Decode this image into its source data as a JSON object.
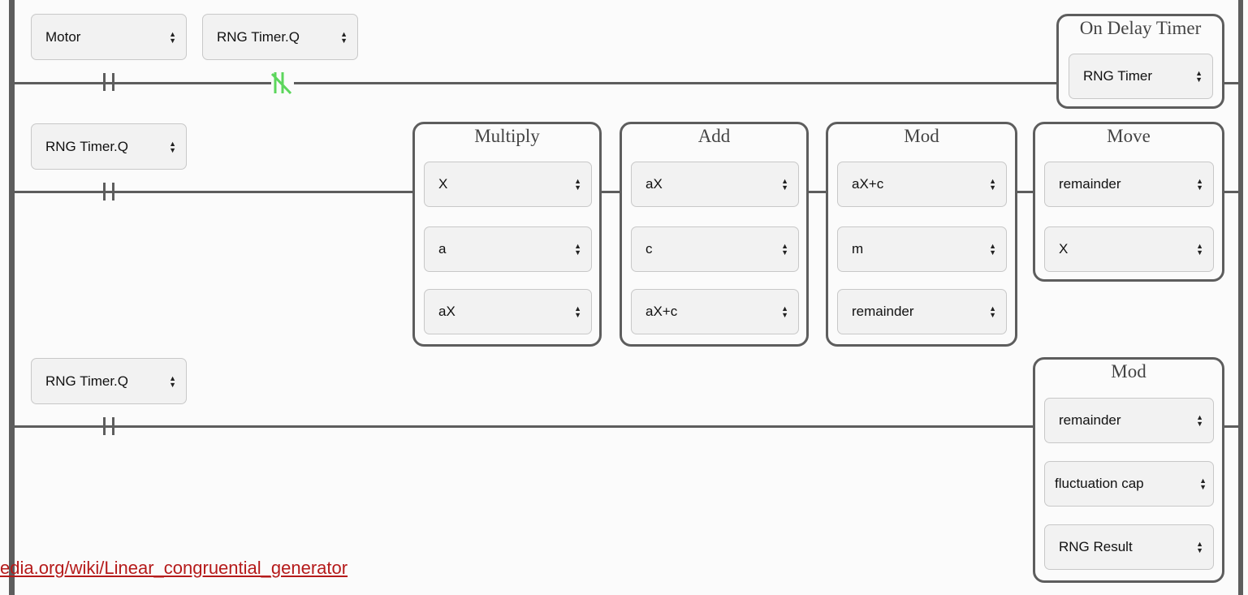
{
  "rung1": {
    "contact_a": "Motor",
    "contact_b": "RNG Timer.Q",
    "timer": {
      "title": "On Delay Timer",
      "value": "RNG Timer"
    }
  },
  "rung2": {
    "contact": "RNG Timer.Q",
    "multiply": {
      "title": "Multiply",
      "in1": "X",
      "in2": "a",
      "out": "aX"
    },
    "add": {
      "title": "Add",
      "in1": "aX",
      "in2": "c",
      "out": "aX+c"
    },
    "mod": {
      "title": "Mod",
      "in1": "aX+c",
      "in2": "m",
      "out": "remainder"
    },
    "move": {
      "title": "Move",
      "src": "remainder",
      "dst": "X"
    }
  },
  "rung3": {
    "contact": "RNG Timer.Q",
    "mod": {
      "title": "Mod",
      "in1": "remainder",
      "in2": "fluctuation cap",
      "out": "RNG Result"
    }
  },
  "link": {
    "text": "edia.org/wiki/Linear_congruential_generator"
  },
  "colors": {
    "rail": "#5d5d5d",
    "nc_contact_active": "#5cd65c",
    "link": "#b51a1a"
  }
}
